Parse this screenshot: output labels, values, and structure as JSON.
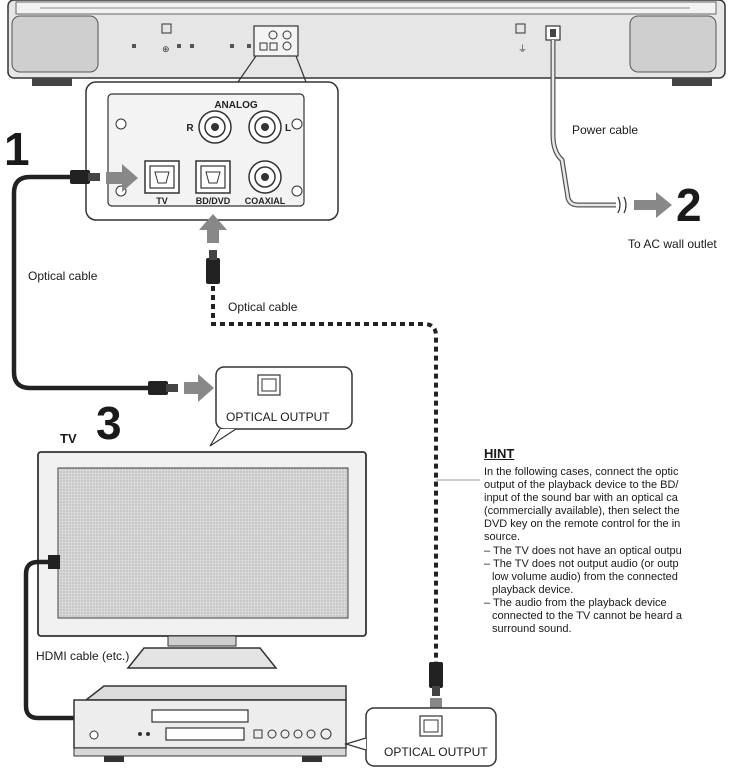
{
  "diagram": {
    "steps": [
      "1",
      "2",
      "3"
    ],
    "panel": {
      "analog_label": "ANALOG",
      "r_label": "R",
      "l_label": "L",
      "tv_label": "TV",
      "bddvd_label": "BD/DVD",
      "coaxial_label": "COAXIAL"
    },
    "labels": {
      "power_cable": "Power cable",
      "ac_outlet": "To AC wall outlet",
      "optical_cable_left": "Optical cable",
      "optical_cable_mid": "Optical cable",
      "tv": "TV",
      "hdmi_cable": "HDMI cable (etc.)",
      "optical_output_tv": "OPTICAL OUTPUT",
      "optical_output_player": "OPTICAL OUTPUT"
    }
  },
  "hint": {
    "title": "HINT",
    "intro_lines": [
      "In the following cases, connect the optic",
      "output of the playback device to the BD/",
      "input of the sound bar with an optical ca",
      "(commercially available), then select the",
      "DVD key on the remote control for the in",
      "source."
    ],
    "items": [
      {
        "first": "– The TV does not have an optical outpu",
        "rest": []
      },
      {
        "first": "– The TV does not output audio (or outp",
        "rest": [
          "low volume audio) from the connected",
          "playback device."
        ]
      },
      {
        "first": "– The audio from the playback device",
        "rest": [
          "connected to the TV cannot be heard a",
          "surround sound."
        ]
      }
    ]
  }
}
